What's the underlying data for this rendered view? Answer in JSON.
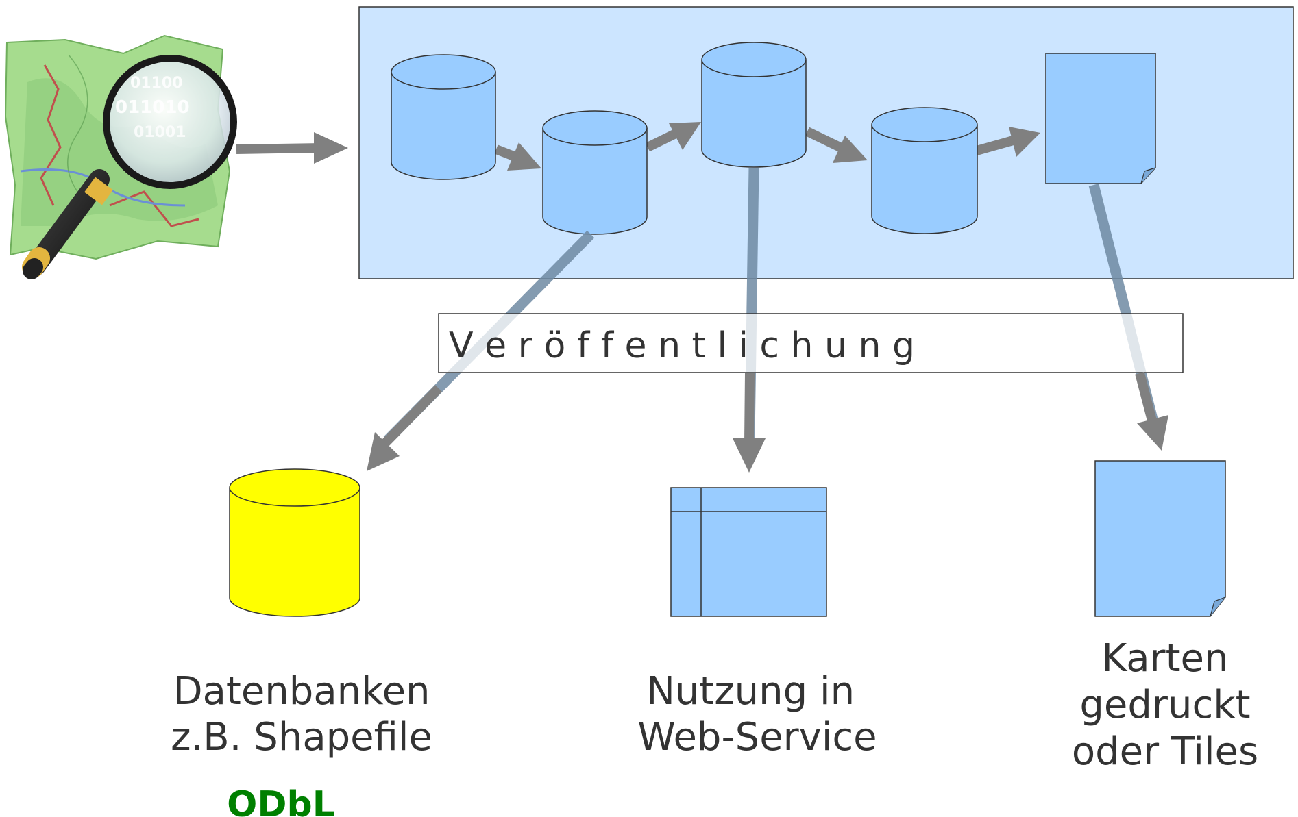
{
  "publish_label": "V e r ö f f e n t l i c h u n g",
  "outputs": {
    "database": {
      "line1": "Datenbanken",
      "line2": "z.B. Shapefile",
      "license": "ODbL"
    },
    "web_service": {
      "line1": "Nutzung in",
      "line2": "Web-Service"
    },
    "maps": {
      "line1": "Karten",
      "line2": "gedruckt",
      "line3": "oder Tiles"
    }
  },
  "map_logo": {
    "binary_lines": [
      "01100",
      "011010",
      "01001"
    ]
  },
  "colors": {
    "panel_fill": "#cce5ff",
    "shape_fill": "#99ccff",
    "database_output_fill": "#ffff00",
    "arrow": "#808080",
    "text": "#333333",
    "license": "#008000",
    "map_green": "#9fd68c"
  }
}
